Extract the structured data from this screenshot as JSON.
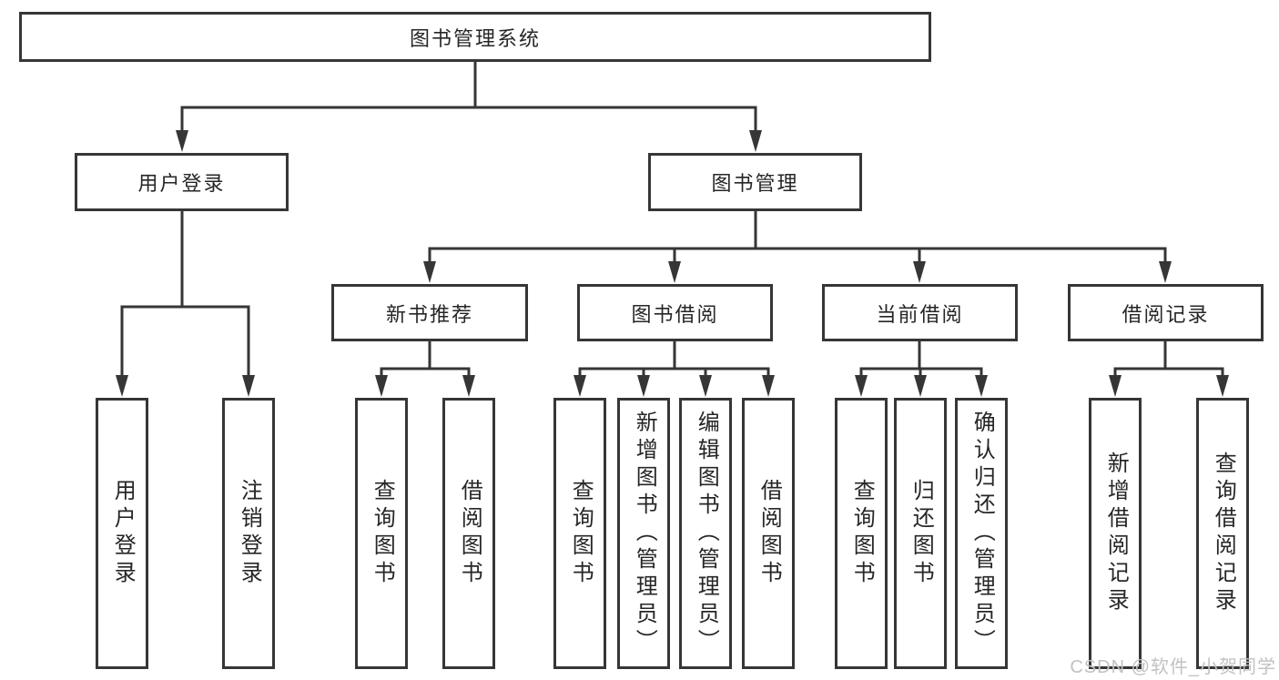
{
  "diagram": {
    "title_node": "图书管理系统",
    "colors": {
      "line": "#363636",
      "box_border": "#363636",
      "box_fill": "#ffffff",
      "text": "#262626",
      "watermark": "#c2c2c2"
    },
    "nodes": {
      "root": {
        "label": "图书管理系统"
      },
      "level2": {
        "user_login": {
          "label": "用户登录"
        },
        "book_mgmt": {
          "label": "图书管理"
        }
      },
      "level3": {
        "new_book_rec": {
          "label": "新书推荐"
        },
        "book_borrow": {
          "label": "图书借阅"
        },
        "current_borrow": {
          "label": "当前借阅"
        },
        "borrow_records": {
          "label": "借阅记录"
        }
      },
      "leaves": {
        "user_login": {
          "label": "用户登录"
        },
        "logout": {
          "label": "注销登录"
        },
        "rec_query_books": {
          "label": "查询图书"
        },
        "rec_borrow_books": {
          "label": "借阅图书"
        },
        "bor_query_books": {
          "label": "查询图书"
        },
        "bor_add_books": {
          "label": "新增图书（管理员）"
        },
        "bor_edit_books": {
          "label": "编辑图书（管理员）"
        },
        "bor_borrow_books": {
          "label": "借阅图书"
        },
        "cur_query_books": {
          "label": "查询图书"
        },
        "cur_return_books": {
          "label": "归还图书"
        },
        "cur_confirm_return": {
          "label": "确认归还（管理员）"
        },
        "hist_add_record": {
          "label": "新增借阅记录"
        },
        "hist_query_record": {
          "label": "查询借阅记录"
        }
      }
    },
    "watermark": {
      "text": "CSDN @软件_小贺同学"
    }
  }
}
